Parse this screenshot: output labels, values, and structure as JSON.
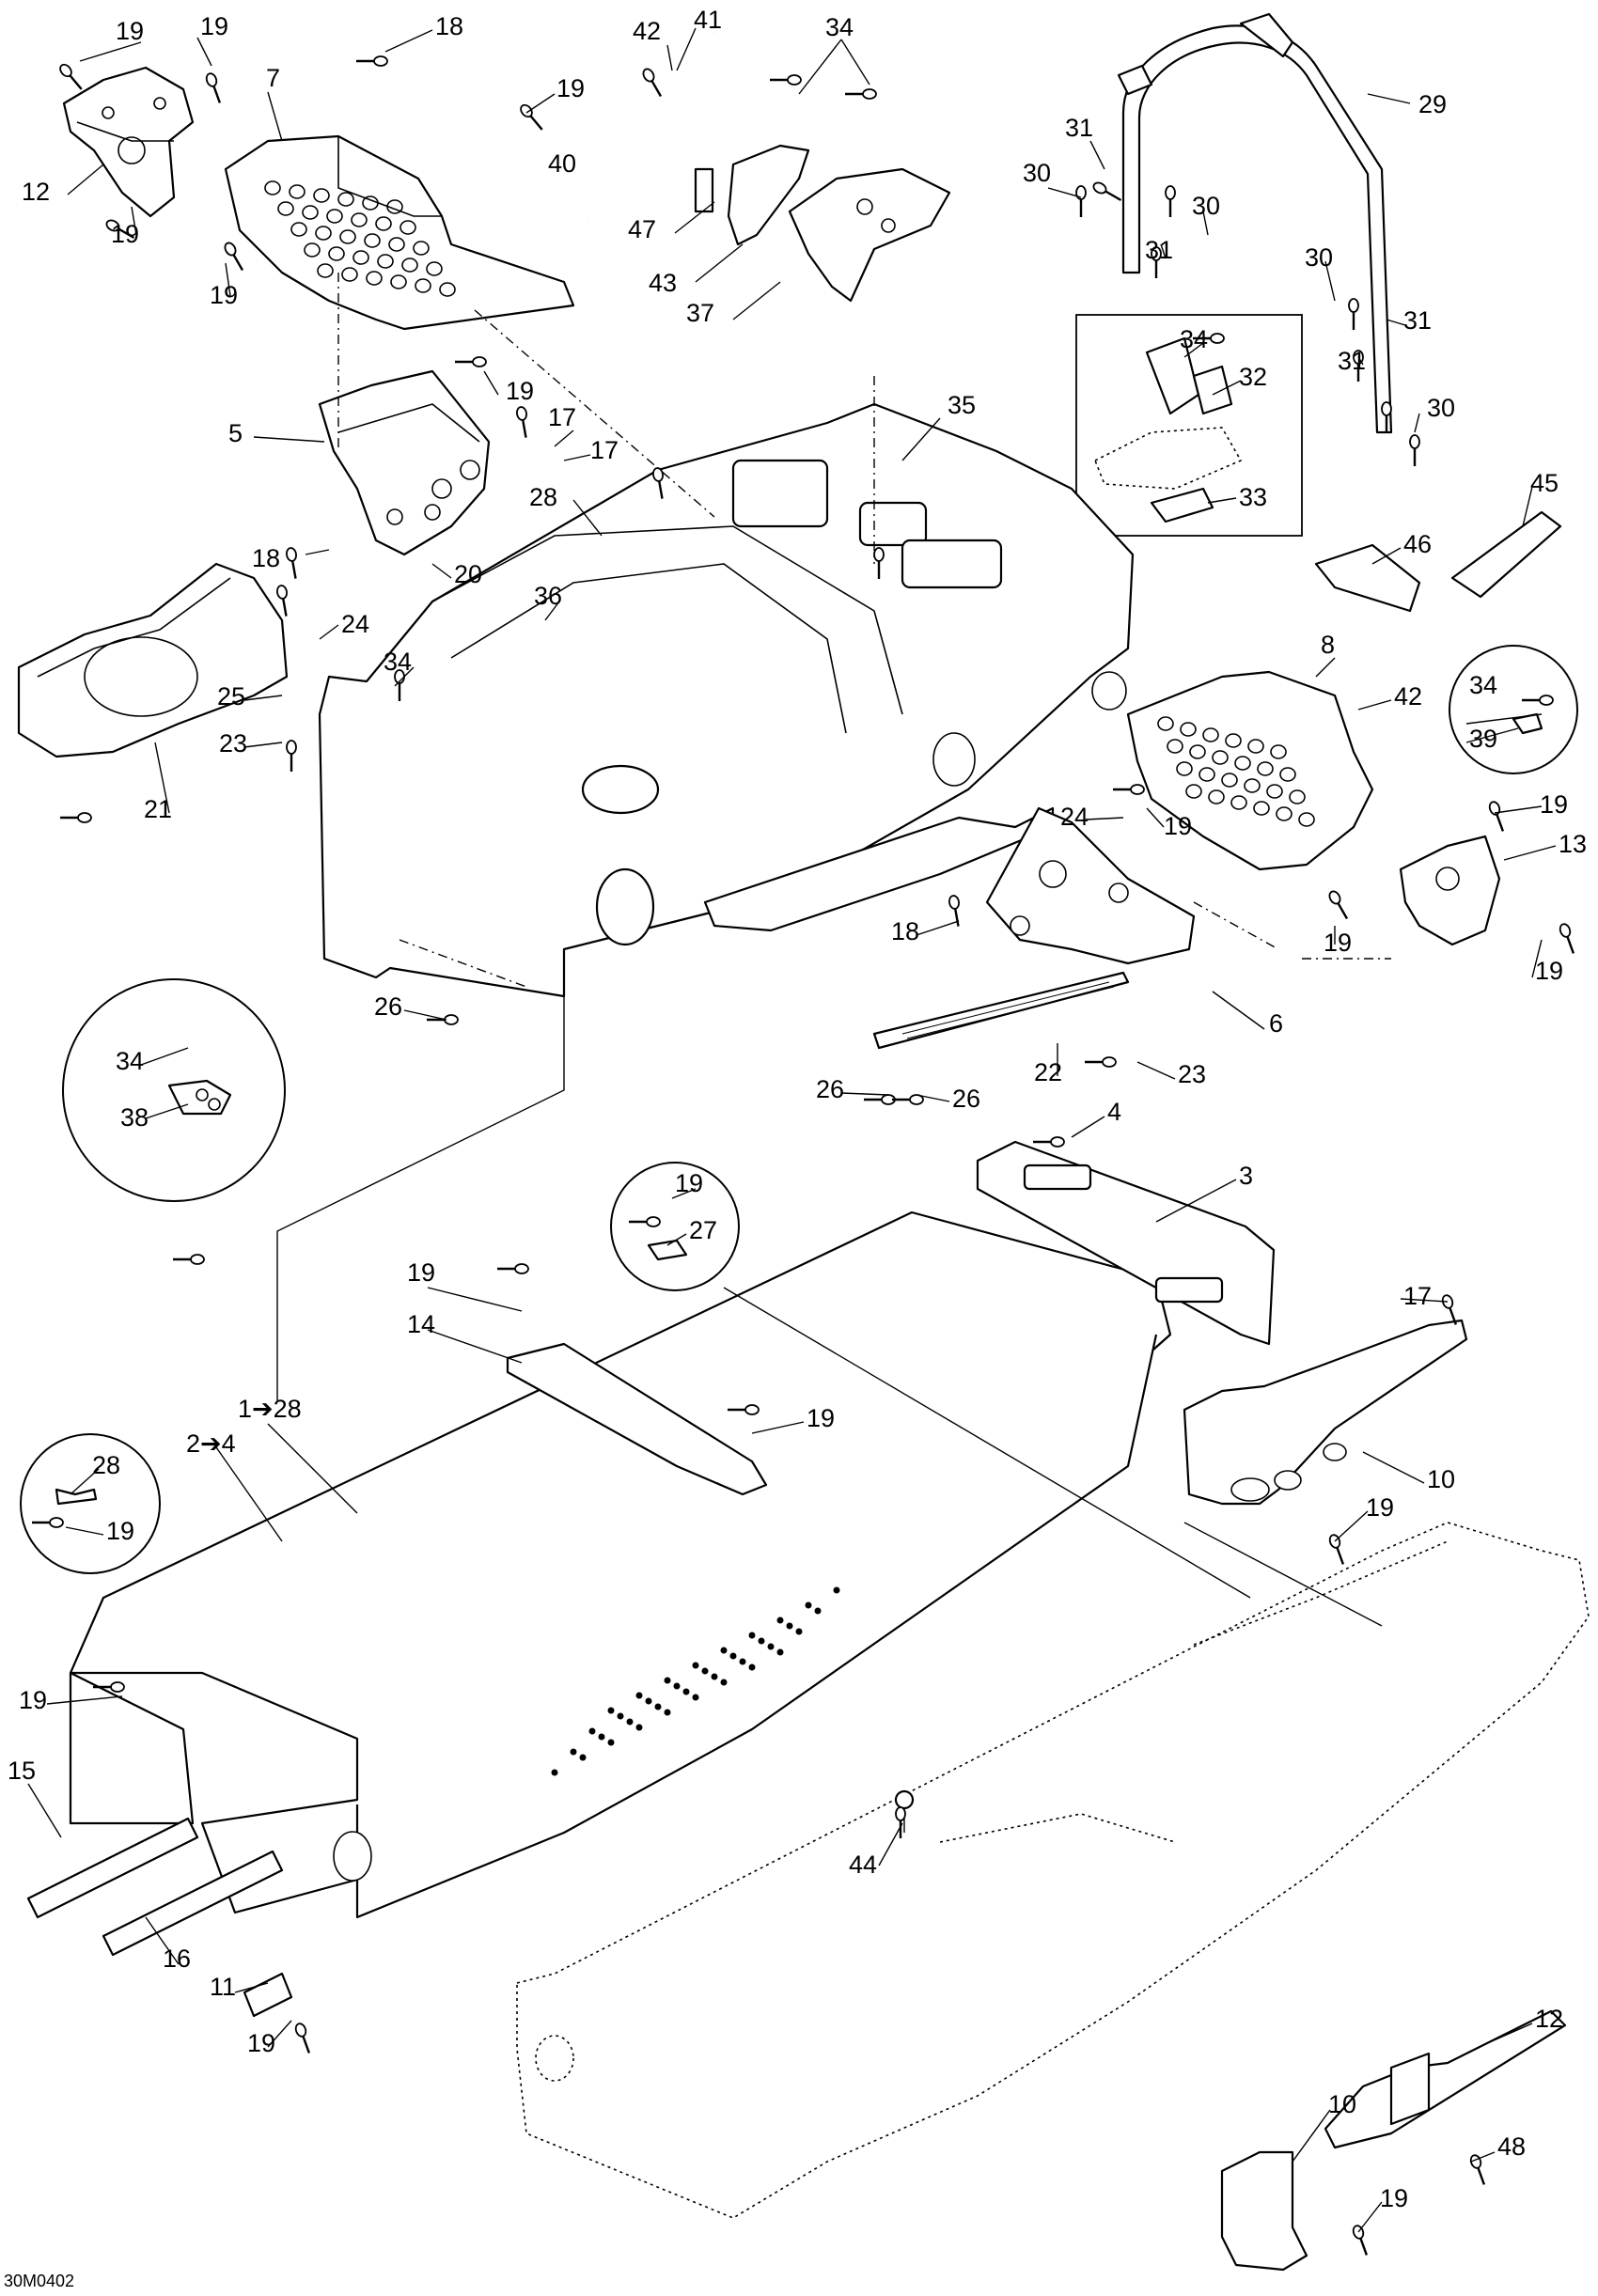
{
  "diagram": {
    "reference_code": "30M0402",
    "callouts": {
      "c1": "19",
      "c2": "19",
      "c3": "18",
      "c4": "42",
      "c5": "41",
      "c6": "34",
      "c7": "29",
      "c8": "7",
      "c9": "19",
      "c10": "40",
      "c11": "31",
      "c12": "12",
      "c13": "30",
      "c14": "30",
      "c15": "47",
      "c16": "19",
      "c17": "19",
      "c18": "43",
      "c19": "37",
      "c20": "31",
      "c21": "30",
      "c22": "31",
      "c23": "31",
      "c24": "30",
      "c25": "19",
      "c26": "35",
      "c27": "34",
      "c28": "32",
      "c29": "5",
      "c30": "17",
      "c31": "17",
      "c32": "28",
      "c33": "33",
      "c34": "45",
      "c35": "18",
      "c36": "20",
      "c37": "46",
      "c38": "24",
      "c39": "36",
      "c40": "8",
      "c41": "34",
      "c42": "42",
      "c43": "34",
      "c44": "25",
      "c45": "39",
      "c46": "23",
      "c47": "19",
      "c48": "19",
      "c49": "21",
      "c50": "24",
      "c51": "13",
      "c52": "18",
      "c53": "19",
      "c54": "26",
      "c55": "19",
      "c56": "6",
      "c57": "34",
      "c58": "22",
      "c59": "23",
      "c60": "38",
      "c61": "26",
      "c62": "26",
      "c63": "4",
      "c64": "3",
      "c65": "19",
      "c66": "27",
      "c67": "17",
      "c68": "19",
      "c69": "14",
      "c70": "1➔28",
      "c71": "2➔4",
      "c72": "19",
      "c73": "10",
      "c74": "28",
      "c75": "19",
      "c76": "19",
      "c77": "19",
      "c78": "15",
      "c79": "44",
      "c80": "16",
      "c81": "11",
      "c82": "19",
      "c83": "12",
      "c84": "10",
      "c85": "48",
      "c86": "19"
    }
  }
}
